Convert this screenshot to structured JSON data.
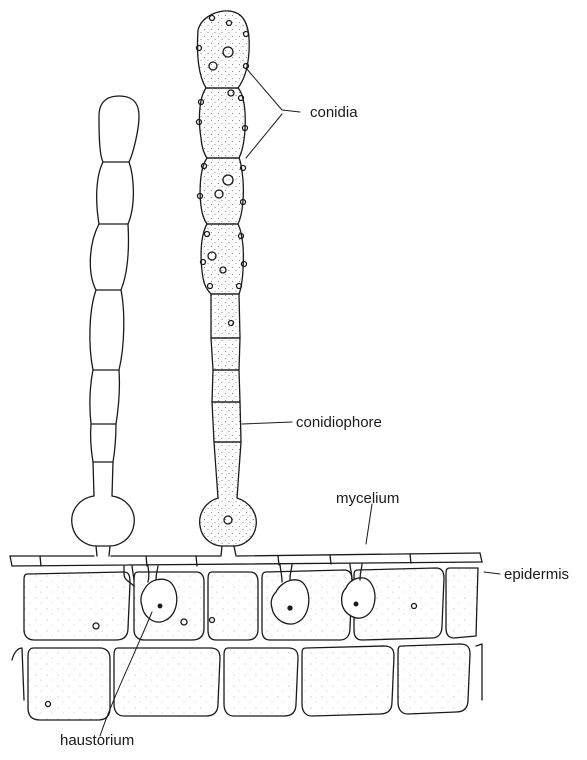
{
  "labels": {
    "conidia": "conidia",
    "conidiophore": "conidiophore",
    "mycelium": "mycelium",
    "epidermis": "epidermis",
    "haustorium": "haustorium"
  },
  "colors": {
    "line": "#1a1a1a",
    "stipple": "#6b6b6b",
    "background": "#ffffff"
  }
}
